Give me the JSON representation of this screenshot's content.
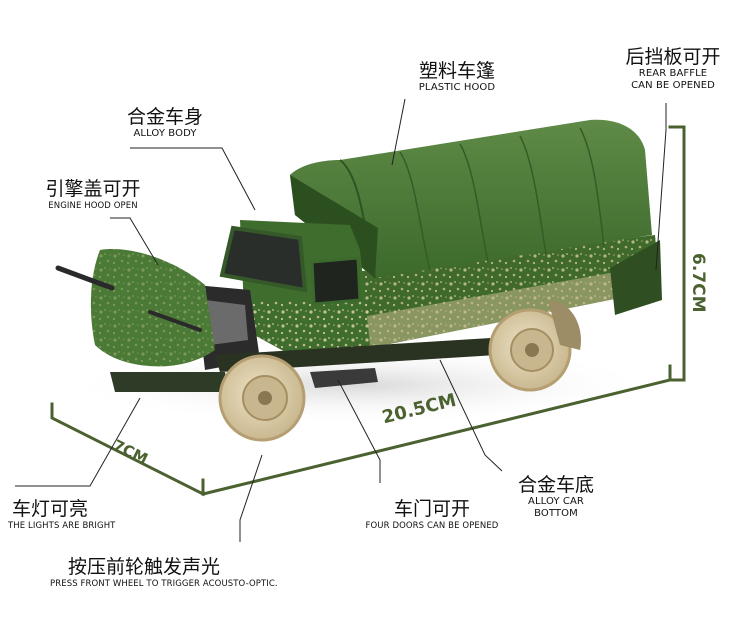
{
  "colors": {
    "accent": "#4b6130",
    "text": "#111111",
    "truck_green": "#3f6a2c",
    "mud": "#d8c9a4"
  },
  "dimensions": {
    "length": "20.5CM",
    "width": "7CM",
    "height": "6.7CM"
  },
  "annotations": {
    "plastic_hood": {
      "cn": "塑料车篷",
      "en": "PLASTIC HOOD"
    },
    "rear_baffle": {
      "cn": "后挡板可开",
      "en_line1": "REAR BAFFLE",
      "en_line2": "CAN BE OPENED"
    },
    "alloy_body": {
      "cn": "合金车身",
      "en": "ALLOY BODY"
    },
    "engine_hood": {
      "cn": "引擎盖可开",
      "en": "ENGINE HOOD OPEN"
    },
    "lights": {
      "cn": "车灯可亮",
      "en": "THE LIGHTS ARE BRIGHT"
    },
    "doors": {
      "cn": "车门可开",
      "en": "FOUR DOORS CAN BE OPENED"
    },
    "alloy_bottom": {
      "cn": "合金车底",
      "en_line1": "ALLOY CAR",
      "en_line2": "BOTTOM"
    },
    "sound_light": {
      "cn": "按压前轮触发声光",
      "en": "PRESS FRONT WHEEL TO TRIGGER ACOUSTO-OPTIC."
    }
  }
}
